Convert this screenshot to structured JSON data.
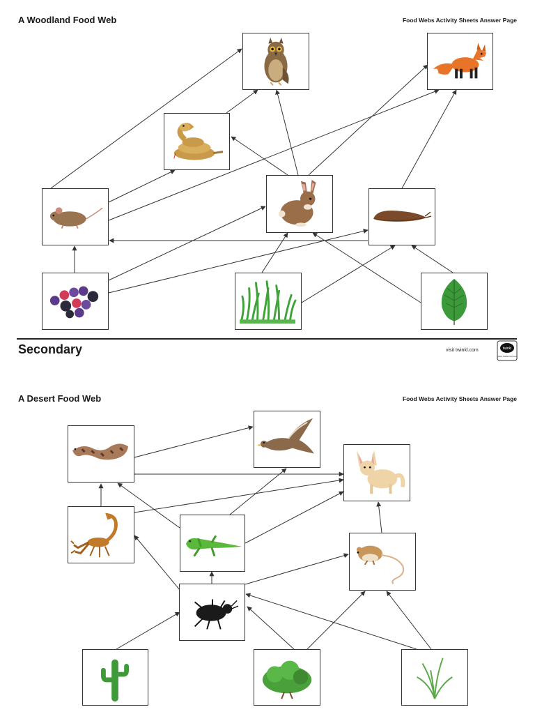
{
  "woodland": {
    "title": "A Woodland Food Web",
    "subtitle": "Food Webs Activity Sheets Answer Page"
  },
  "desert": {
    "title": "A Desert Food Web",
    "subtitle": "Food Webs Activity Sheets Answer Page"
  },
  "footer": {
    "section_label": "Secondary",
    "visit_text": "visit twinkl.com",
    "badge_text": "twinkl",
    "badge_subtext": "Quality Standard Approved"
  },
  "colors": {
    "line": "#333333",
    "divider": "#222222"
  },
  "icons": {
    "woodland": [
      "owl",
      "fox",
      "snake",
      "mouse",
      "rabbit",
      "slug",
      "berries",
      "grass",
      "leaf"
    ],
    "desert": [
      "desert-snake",
      "hawk",
      "fennec-fox",
      "scorpion",
      "lizard",
      "kangaroo-rat",
      "beetle",
      "cactus",
      "bush",
      "desert-grass"
    ]
  }
}
